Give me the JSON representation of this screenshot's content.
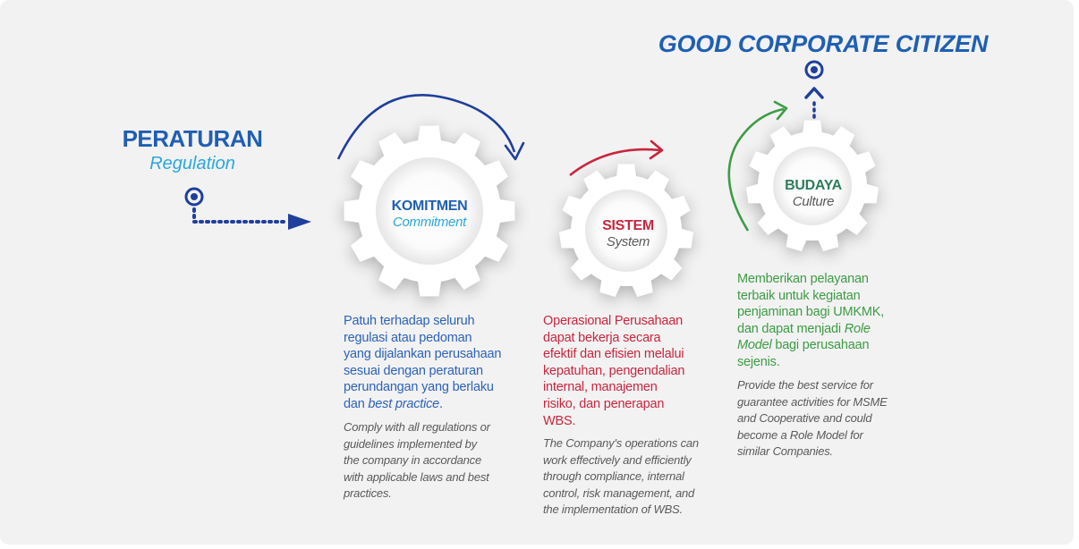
{
  "title": "GOOD CORPORATE CITIZEN",
  "regulation": {
    "title": "PERATURAN",
    "subtitle": "Regulation"
  },
  "gears": [
    {
      "id": "komitmen",
      "title": "KOMITMEN",
      "subtitle": "Commitment",
      "title_color": "#1f5fb3",
      "subtitle_color": "#29a7e0"
    },
    {
      "id": "sistem",
      "title": "SISTEM",
      "subtitle": "System",
      "title_color": "#c8263f",
      "subtitle_color": "#5a5a5a"
    },
    {
      "id": "budaya",
      "title": "BUDAYA",
      "subtitle": "Culture",
      "title_color": "#2e7d5b",
      "subtitle_color": "#5a5a5a"
    }
  ],
  "descriptions": {
    "komitmen": {
      "id_lines": [
        "Patuh terhadap seluruh",
        "regulasi atau pedoman",
        "yang dijalankan perusahaan",
        "sesuai dengan peraturan",
        "perundangan yang berlaku"
      ],
      "id_last_prefix": "dan ",
      "id_last_italic": "best practice",
      "id_last_suffix": ".",
      "en_lines": [
        "Comply with all regulations or",
        "guidelines implemented by",
        "the company in accordance",
        "with applicable laws and best",
        "practices."
      ]
    },
    "sistem": {
      "id_lines": [
        "Operasional Perusahaan",
        "dapat bekerja secara",
        "efektif dan efisien melalui",
        "kepatuhan, pengendalian",
        "internal, manajemen",
        "risiko, dan penerapan",
        "WBS."
      ],
      "en_lines": [
        "The Company's operations can",
        "work effectively and efficiently",
        "through compliance, internal",
        "control, risk management, and",
        "the implementation of WBS."
      ]
    },
    "budaya": {
      "id_lines": [
        "Memberikan pelayanan",
        "terbaik untuk kegiatan",
        "penjaminan bagi UMKMK,"
      ],
      "id_line4_prefix": "dan dapat menjadi ",
      "id_line4_italic": "Role",
      "id_line5_italic": "Model",
      "id_line5_suffix": " bagi perusahaan",
      "id_line6": "sejenis.",
      "en_lines": [
        "Provide the best service for",
        "guarantee activities for MSME",
        "and Cooperative and could",
        "become a Role Model for",
        "similar Companies."
      ]
    }
  },
  "colors": {
    "blue": "#2d63b8",
    "navy": "#1f3f9a",
    "red": "#c8263f",
    "green": "#3d9c45",
    "light_blue": "#29a7e0",
    "gear_fill": "#ffffff",
    "background": "#f2f2f2"
  },
  "icons": [
    "target-icon",
    "dotted-arrow-right",
    "dotted-arrow-up",
    "curved-arrow-blue",
    "curved-arrow-red",
    "curved-arrow-green",
    "gear-icon"
  ]
}
